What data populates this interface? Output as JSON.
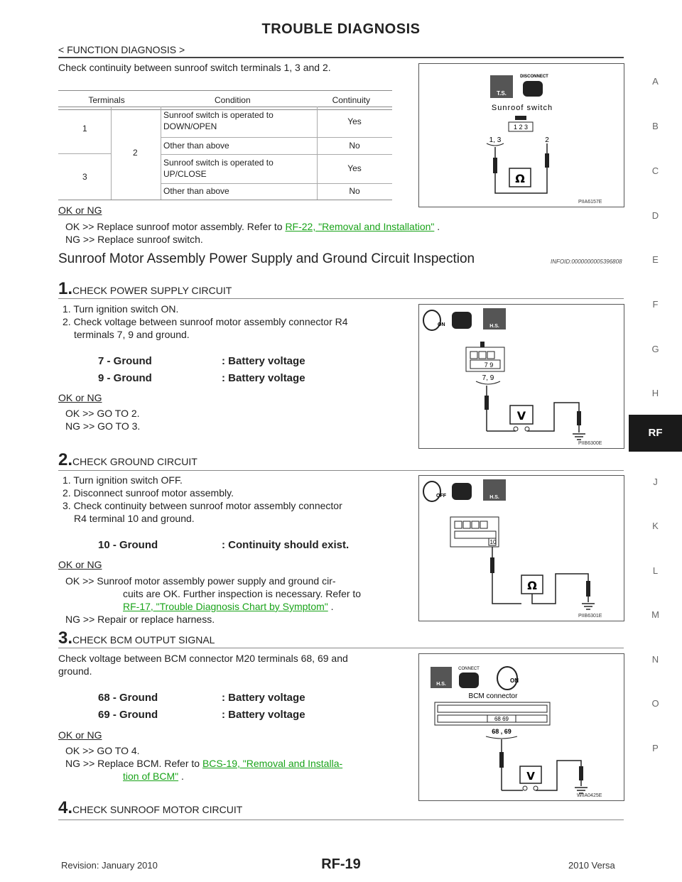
{
  "header": {
    "title": "TROUBLE DIAGNOSIS",
    "subtitle": "< FUNCTION DIAGNOSIS >"
  },
  "side_tabs": [
    "A",
    "B",
    "C",
    "D",
    "E",
    "F",
    "G",
    "H",
    "RF",
    "J",
    "K",
    "L",
    "M",
    "N",
    "O",
    "P"
  ],
  "intro": {
    "text": "Check continuity between sunroof switch terminals 1, 3 and 2.",
    "table": {
      "headers": [
        "Terminals",
        "Condition",
        "Continuity"
      ],
      "t1": "1",
      "t2": "2",
      "t3": "3",
      "rows": [
        {
          "condition": "Sunroof switch is operated to DOWN/OPEN",
          "continuity": "Yes"
        },
        {
          "condition": "Other than above",
          "continuity": "No"
        },
        {
          "condition": "Sunroof switch is operated to UP/CLOSE",
          "continuity": "Yes"
        },
        {
          "condition": "Other than above",
          "continuity": "No"
        }
      ]
    },
    "okng": "OK or NG",
    "ok_prefix": "OK >> Replace sunroof motor assembly. Refer to ",
    "ok_link": "RF-22, \"Removal and Installation\"",
    "ok_suffix": " .",
    "ng": "NG >> Replace sunroof switch.",
    "figure": {
      "t_s": "T.S.",
      "disconnect": "DISCONNECT",
      "label": "Sunroof switch",
      "pins": "1 2 3",
      "left_pins": "1, 3",
      "right_pin": "2",
      "meter": "Ω",
      "id": "PIIA6157E"
    }
  },
  "section": {
    "title": "Sunroof Motor Assembly Power Supply and Ground Circuit Inspection",
    "infoid": "INFOID:0000000005396808"
  },
  "step1": {
    "num": "1.",
    "title": "CHECK POWER SUPPLY CIRCUIT",
    "l1": "1. Turn ignition switch ON.",
    "l2": "2. Check voltage between sunroof motor assembly connector R4",
    "l2b": "terminals 7, 9 and ground.",
    "m1a": "7 - Ground",
    "m1b": ": Battery voltage",
    "m2a": "9 - Ground",
    "m2b": ": Battery voltage",
    "okng": "OK or NG",
    "ok": "OK >> GO TO 2.",
    "ng": "NG >> GO TO 3.",
    "figure": {
      "on": "ON",
      "hs": "H.S.",
      "pins": "7 9",
      "lead": "7, 9",
      "meter": "V",
      "id": "PIIB6300E"
    }
  },
  "step2": {
    "num": "2.",
    "title": "CHECK GROUND CIRCUIT",
    "l1": "1. Turn ignition switch OFF.",
    "l2": "2. Disconnect sunroof motor assembly.",
    "l3": "3. Check continuity between sunroof motor assembly connector",
    "l3b": "R4 terminal 10 and ground.",
    "m1a": "10 - Ground",
    "m1b": ": Continuity should exist.",
    "okng": "OK or NG",
    "ok1": "OK >> Sunroof motor assembly power supply and ground cir-",
    "ok2": "cuits are OK. Further inspection is necessary. Refer to",
    "ok_link": "RF-17, \"Trouble Diagnosis Chart by Symptom\"",
    "ok_suffix": " .",
    "ng": "NG >> Repair or replace harness.",
    "figure": {
      "off": "OFF",
      "hs": "H.S.",
      "pin": "10",
      "meter": "Ω",
      "id": "PIIB6301E"
    }
  },
  "step3": {
    "num": "3.",
    "title": "CHECK BCM OUTPUT SIGNAL",
    "l1": "Check voltage between BCM connector M20 terminals 68, 69 and",
    "l1b": "ground.",
    "m1a": "68 - Ground",
    "m1b": ": Battery voltage",
    "m2a": "69 - Ground",
    "m2b": ": Battery voltage",
    "okng": "OK or NG",
    "ok": "OK >> GO TO 4.",
    "ng_prefix": "NG >> Replace BCM. Refer to ",
    "ng_link1": "BCS-19, \"Removal and Installa-",
    "ng_link2": "tion of BCM\"",
    "ng_suffix": " .",
    "figure": {
      "hs": "H.S.",
      "connect": "CONNECT",
      "on": "ON",
      "label": "BCM connector",
      "pins": "68  69",
      "lead": "68 , 69",
      "meter": "V",
      "id": "WIIA0425E"
    }
  },
  "step4": {
    "num": "4.",
    "title": "CHECK SUNROOF MOTOR CIRCUIT"
  },
  "footer": {
    "revision": "Revision: January 2010",
    "page": "RF-19",
    "model": "2010 Versa"
  },
  "colors": {
    "link": "#19a319",
    "tab_active": "#1a1a1a"
  }
}
